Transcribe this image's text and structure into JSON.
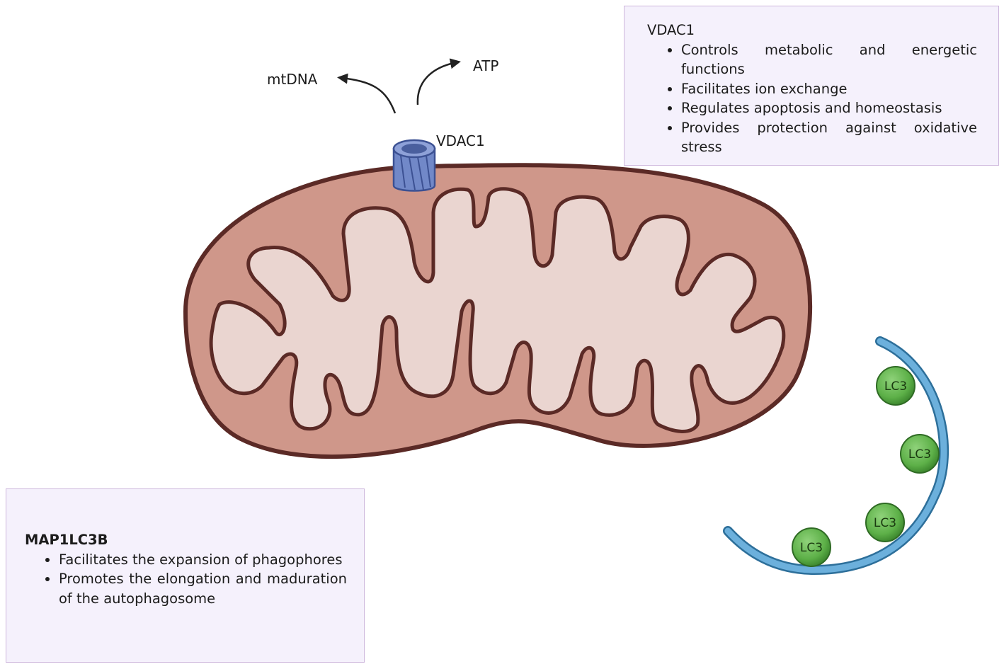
{
  "labels": {
    "mtdna": "mtDNA",
    "atp": "ATP",
    "vdac1_channel": "VDAC1"
  },
  "lc3_proteins": [
    {
      "label": "LC3"
    },
    {
      "label": "LC3"
    },
    {
      "label": "LC3"
    },
    {
      "label": "LC3"
    }
  ],
  "vdac1_box": {
    "title": "VDAC1",
    "items": [
      "Controls metabolic and energetic functions",
      "Facilitates ion exchange",
      "Regulates apoptosis and homeostasis",
      "Provides protection against oxidative stress"
    ]
  },
  "map1lc3b_box": {
    "title": "MAP1LC3B",
    "items": [
      "Facilitates the expansion of phagophores",
      "Promotes the elongation and maduration of the  autophagosome"
    ]
  },
  "colors": {
    "outer_membrane": "#cf978a",
    "outline": "#5b2a26",
    "matrix": "#ead5d0",
    "vdac_channel": "#6f87c5",
    "phagophore": "#5a9bc9",
    "lc3": "#5db048",
    "box_fill": "#f5f1fc",
    "box_border": "#cdb6dc"
  }
}
